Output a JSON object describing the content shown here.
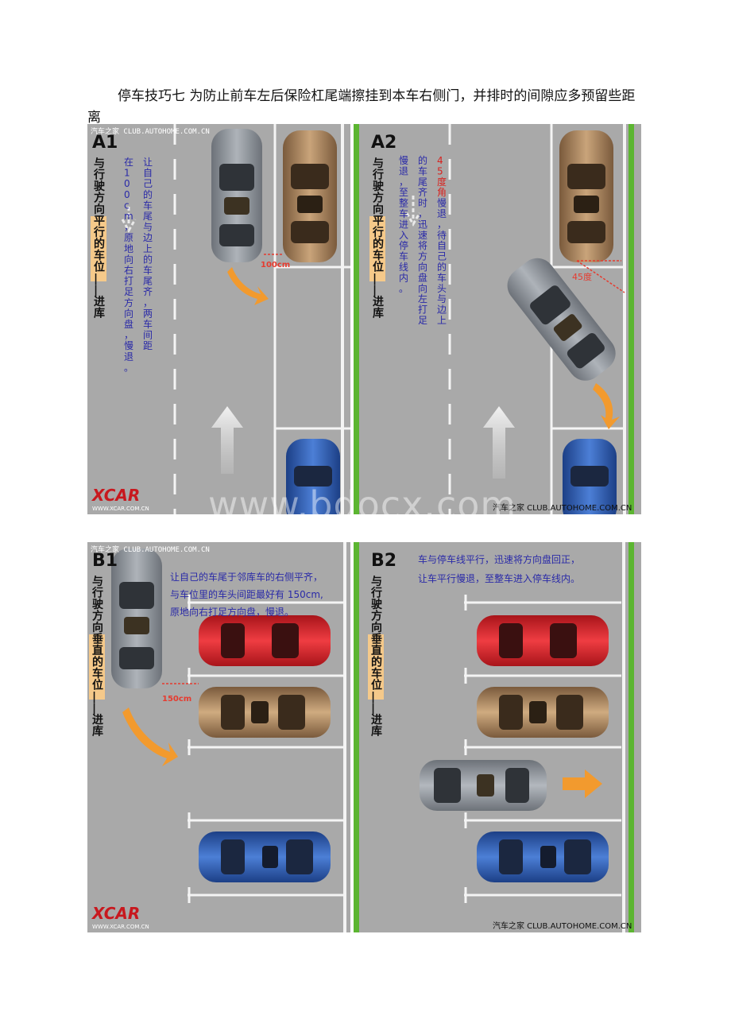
{
  "heading": {
    "text": "停车技巧七 为防止前车左后保险杠尾端擦挂到本车右侧门，并排时的间隙应多预留些距离"
  },
  "watermark": "www.bdocx.com",
  "panels": {
    "a1": {
      "label": "A1",
      "category_lines": [
        "与",
        "行",
        "驶",
        "方",
        "向",
        "平",
        "行",
        "的",
        "车",
        "位",
        "|",
        "|",
        "进",
        "库"
      ],
      "instruction_col1": "让自己的车尾与边上的车尾齐，两车间距",
      "instruction_col2": "在100cm，原地向右打足方向盘，慢退。",
      "distance_label": "100cm",
      "site_caption": "汽车之家 CLUB.AUTOHOME.COM.CN"
    },
    "a2": {
      "label": "A2",
      "category_lines": [
        "与",
        "行",
        "驶",
        "方",
        "向",
        "平",
        "行",
        "的",
        "车",
        "位",
        "|",
        "|",
        "进",
        "库"
      ],
      "instruction_red": "45度角",
      "instruction_col1": "慢退，待自己的车头与边上",
      "instruction_col2": "的车尾齐时，迅速将方向盘向左打足",
      "instruction_col3": "慢退，至整车进入停车线内。",
      "angle_label": "45度",
      "site_caption": "汽车之家 CLUB.AUTOHOME.COM.CN"
    },
    "b1": {
      "label": "B1",
      "category_lines": [
        "与",
        "行",
        "驶",
        "方",
        "向",
        "垂",
        "直",
        "的",
        "车",
        "位",
        "|",
        "|",
        "进",
        "库"
      ],
      "instruction_lines": [
        "让自己的车尾于邻库车的右侧平齐，",
        "与车位里的车头间距最好有 150cm,",
        "原地向右打足方向盘，慢退。"
      ],
      "distance_label": "150cm",
      "site_caption": "汽车之家 CLUB.AUTOHOME.COM.CN"
    },
    "b2": {
      "label": "B2",
      "category_lines": [
        "与",
        "行",
        "驶",
        "方",
        "向",
        "垂",
        "直",
        "的",
        "车",
        "位",
        "|",
        "|",
        "进",
        "库"
      ],
      "instruction_lines": [
        "车与停车线平行，迅速将方向盘回正，",
        "让车平行慢退，至整车进入停车线内。"
      ],
      "site_caption": "汽车之家 CLUB.AUTOHOME.COM.CN"
    }
  },
  "brand": {
    "logo_text": "XCAR",
    "logo_url_text": "WWW.XCAR.COM.CN"
  },
  "colors": {
    "road": "#a9a9a9",
    "green_strip": "#5cb531",
    "highlight": "#f5c98a",
    "instruction_blue": "#2a2aa8",
    "red_text": "#d8231f",
    "orange_arrow": "#f29a2e",
    "gray_car": "#8a8f96",
    "brown_car": "#a07a53",
    "blue_car": "#2f5eb5",
    "red_car": "#d6252b"
  }
}
